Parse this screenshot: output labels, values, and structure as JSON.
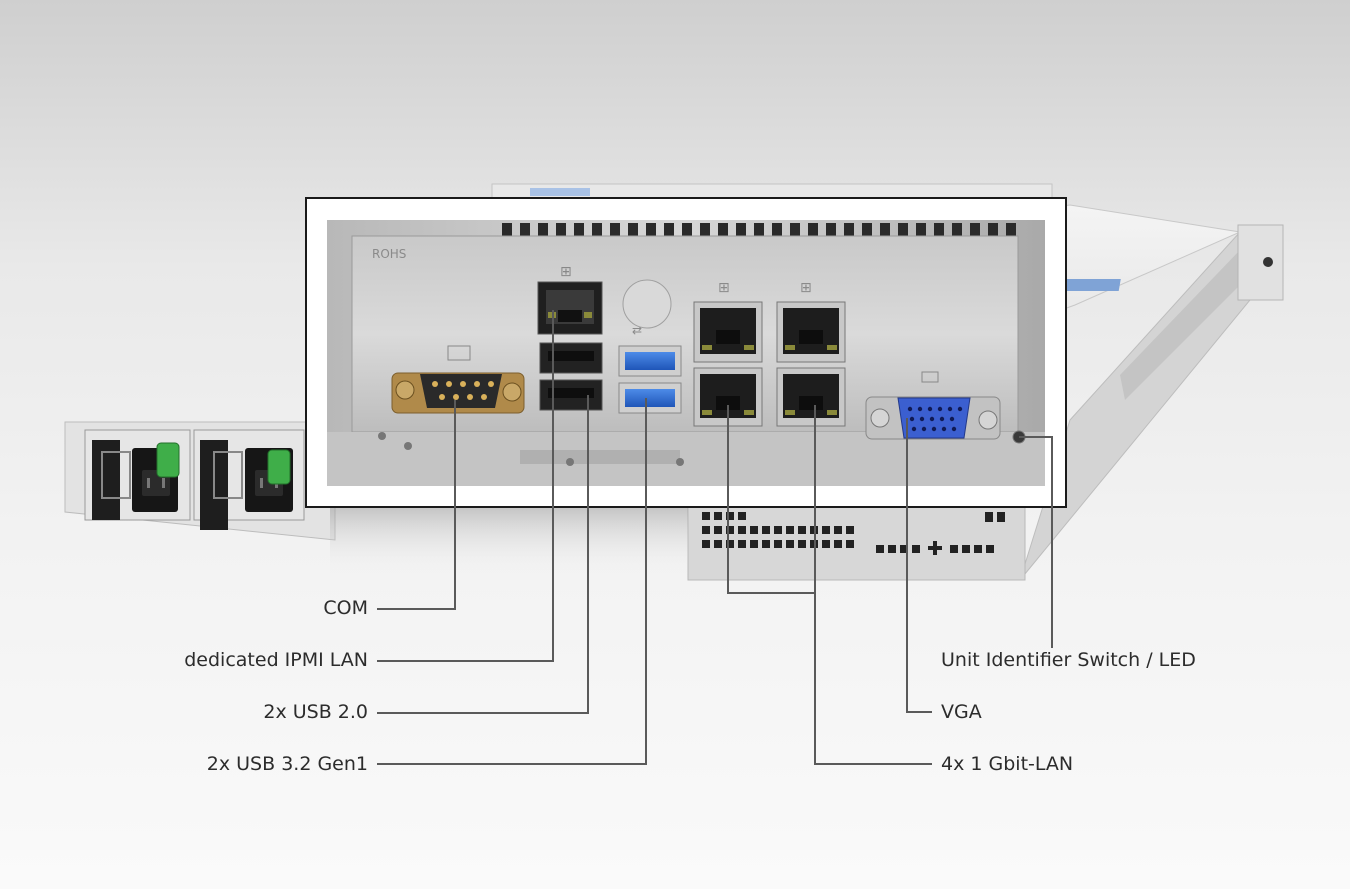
{
  "labels_left": [
    "COM",
    "dedicated IPMI LAN",
    "2x USB 2.0",
    "2x USB 3.2 Gen1"
  ],
  "labels_right": [
    "Unit Identifier Switch / LED",
    "VGA",
    "4x 1 Gbit-LAN"
  ],
  "panel_marking": "ROHS",
  "colors": {
    "usb3_blue": "#2f6fd6",
    "vga_blue": "#3b5fd0",
    "psu_latch_green": "#3fae49",
    "leader_line": "#5a5a5a",
    "label_text": "#2c2c2c"
  }
}
